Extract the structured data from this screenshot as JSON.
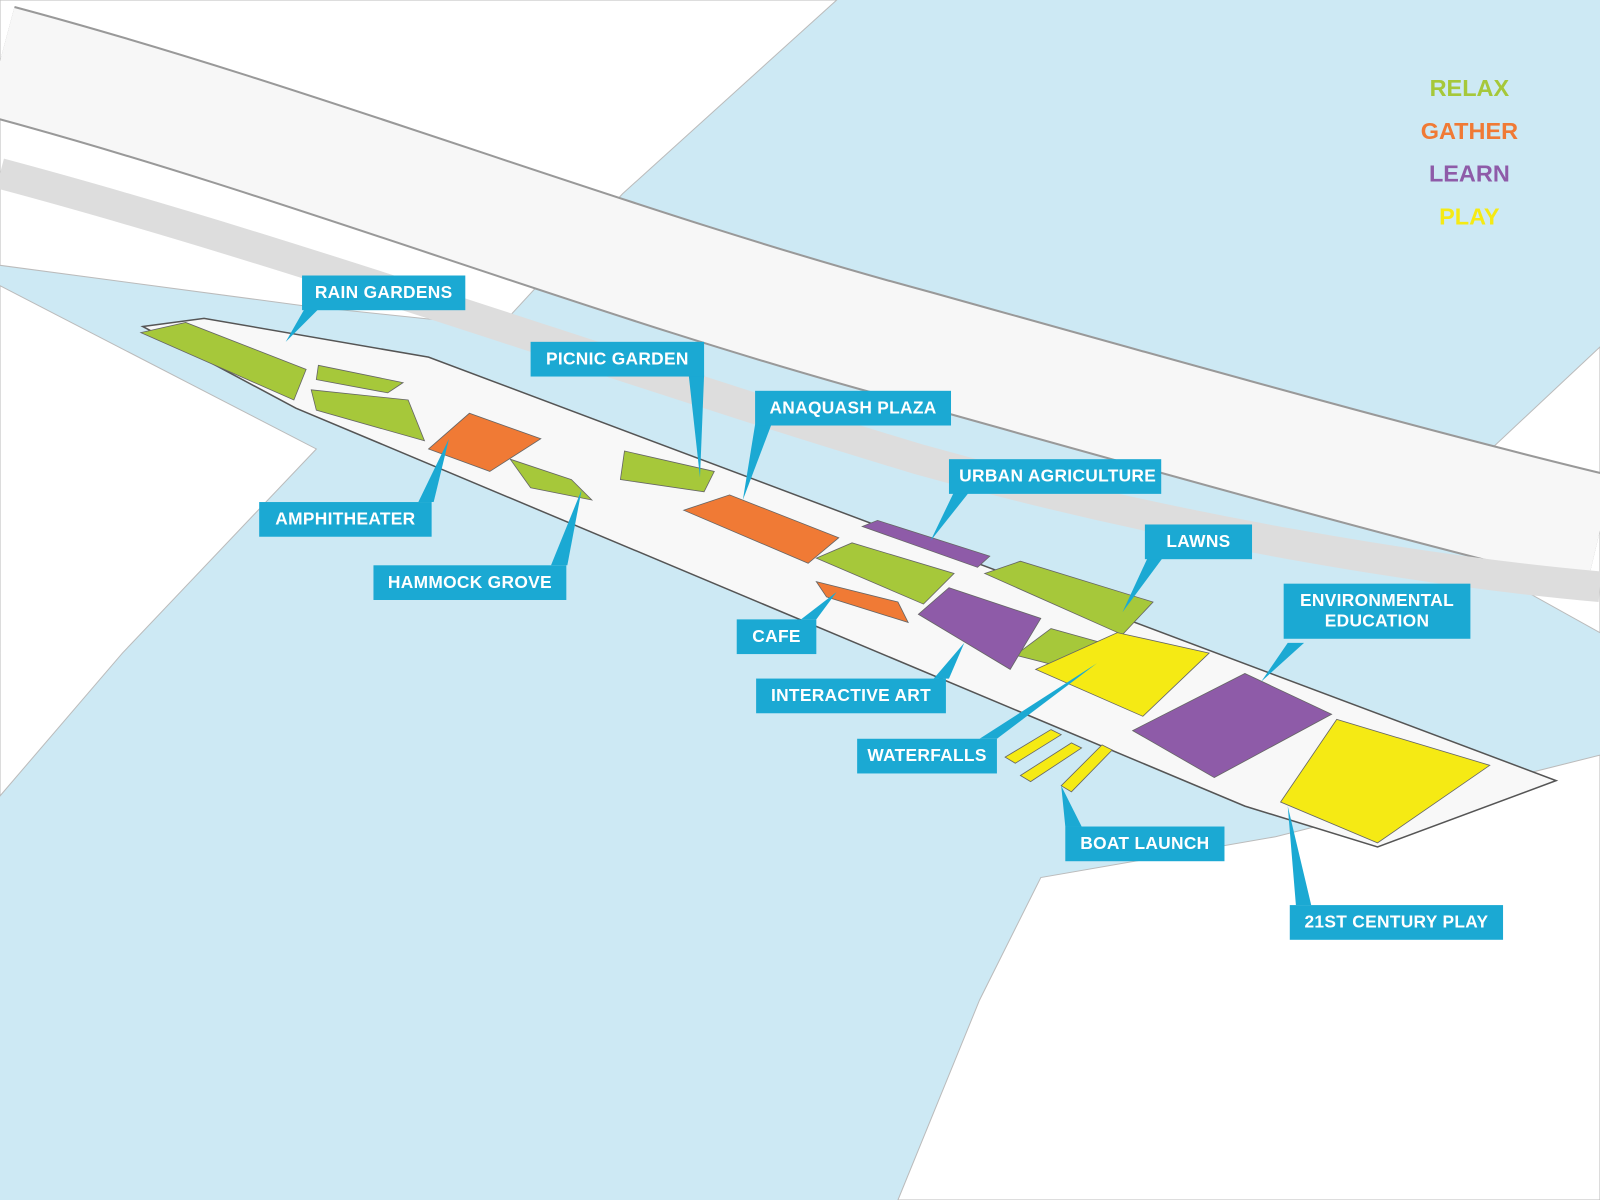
{
  "legend": [
    {
      "label": "RELAX",
      "color": "#a6c83a"
    },
    {
      "label": "GATHER",
      "color": "#f07a35"
    },
    {
      "label": "LEARN",
      "color": "#8e5ba8"
    },
    {
      "label": "PLAY",
      "color": "#f5ea14"
    }
  ],
  "labels": {
    "rain_gardens": "RAIN GARDENS",
    "picnic_garden": "PICNIC GARDEN",
    "anaquash_plaza": "ANAQUASH PLAZA",
    "urban_agriculture": "URBAN AGRICULTURE",
    "lawns": "LAWNS",
    "environmental_education_1": "ENVIRONMENTAL",
    "environmental_education_2": "EDUCATION",
    "amphitheater": "AMPHITHEATER",
    "hammock_grove": "HAMMOCK GROVE",
    "cafe": "CAFE",
    "interactive_art": "INTERACTIVE ART",
    "waterfalls": "WATERFALLS",
    "boat_launch": "BOAT LAUNCH",
    "century_play": "21ST CENTURY PLAY"
  },
  "colors": {
    "water": "#cde9f4",
    "label_bg": "#1ba9d3"
  }
}
